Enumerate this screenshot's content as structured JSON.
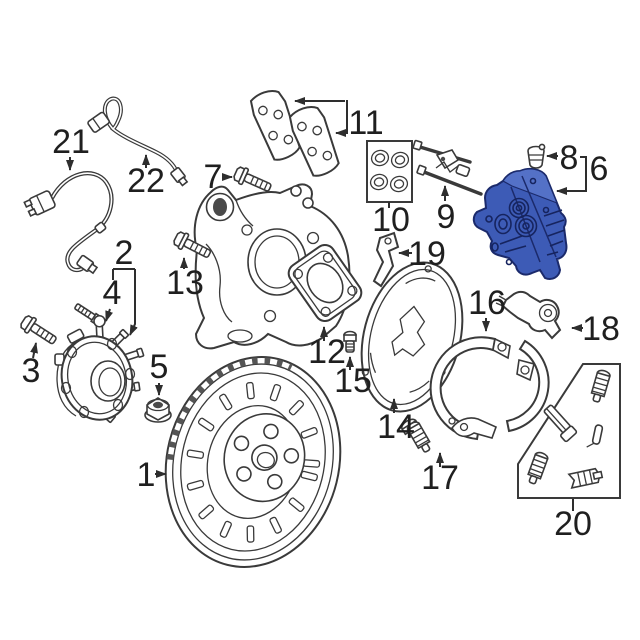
{
  "figure": {
    "type": "exploded-parts-diagram",
    "subject": "Rear disc brake assembly",
    "highlighted_callout": "6",
    "colors": {
      "background": "#ffffff",
      "line": "#3a3a3a",
      "label": "#1f1f1f",
      "highlight_fill": "#3d5bb6",
      "highlight_top": "#5471c7",
      "highlight_stroke": "#1b2a6b"
    },
    "callouts": [
      {
        "label": "1",
        "part": "brake-rotor"
      },
      {
        "label": "2",
        "part": "hub-bearing-assembly"
      },
      {
        "label": "3",
        "part": "hub-bolt"
      },
      {
        "label": "4",
        "part": "wheel-stud"
      },
      {
        "label": "5",
        "part": "lug-nut"
      },
      {
        "label": "6",
        "part": "brake-caliper"
      },
      {
        "label": "7",
        "part": "caliper-bolt"
      },
      {
        "label": "8",
        "part": "bleeder-screw-cap"
      },
      {
        "label": "9",
        "part": "pad-retainer-clips"
      },
      {
        "label": "10",
        "part": "caliper-seal-kit"
      },
      {
        "label": "11",
        "part": "brake-pads"
      },
      {
        "label": "12",
        "part": "anchor-plate"
      },
      {
        "label": "13",
        "part": "knuckle-bolt"
      },
      {
        "label": "14",
        "part": "splash-shield"
      },
      {
        "label": "15",
        "part": "anchor-plate-bolt"
      },
      {
        "label": "16",
        "part": "parking-brake-shoes"
      },
      {
        "label": "17",
        "part": "shoe-adjuster"
      },
      {
        "label": "18",
        "part": "parking-brake-lever"
      },
      {
        "label": "19",
        "part": "caliper-bracket-clip"
      },
      {
        "label": "20",
        "part": "shoe-hardware-kit"
      },
      {
        "label": "21",
        "part": "abs-wheel-speed-sensor"
      },
      {
        "label": "22",
        "part": "sensor-wire-harness"
      }
    ]
  }
}
